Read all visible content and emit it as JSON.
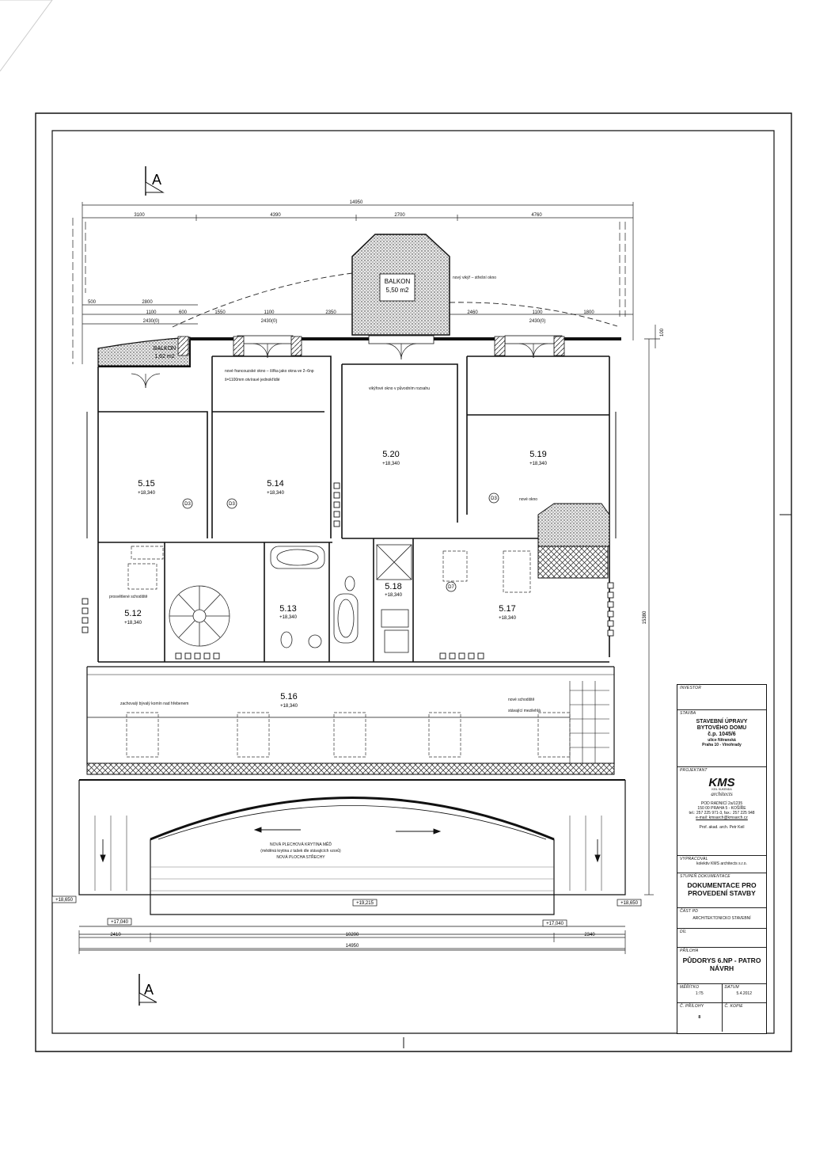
{
  "section_marks": {
    "top": "A",
    "bottom": "A"
  },
  "dimensions": {
    "overall_top": "14950",
    "top_chain": [
      "3100",
      "4390",
      "2700",
      "4760"
    ],
    "window_chain": [
      "500",
      "2800",
      "1100",
      "600",
      "1550",
      "1100",
      "2350",
      "2460",
      "1100",
      "1800"
    ],
    "window_heights": [
      "2430(0)",
      "2430(0)",
      "2430(0)"
    ],
    "bottom_chain": [
      "2410",
      "10200",
      "2340"
    ],
    "overall_bottom": "14950",
    "right_total": "15380",
    "right_top": "100"
  },
  "balconies": [
    {
      "label": "BALKON",
      "area": "5,50 m2"
    },
    {
      "label": "BALKON",
      "area": "1,62 m2"
    }
  ],
  "rooms": [
    {
      "number": "5.15",
      "level": "+18,340"
    },
    {
      "number": "5.14",
      "level": "+18,340"
    },
    {
      "number": "5.20",
      "level": "+18,340"
    },
    {
      "number": "5.19",
      "level": "+18,340"
    },
    {
      "number": "5.12",
      "level": "+18,340"
    },
    {
      "number": "5.13",
      "level": "+18,340"
    },
    {
      "number": "5.18",
      "level": "+18,340"
    },
    {
      "number": "5.17",
      "level": "+18,340"
    },
    {
      "number": "5.16",
      "level": "+18,340"
    }
  ],
  "door_tags": [
    "D3",
    "D3",
    "D3",
    "D7"
  ],
  "notes": [
    "nové francouzské okno – šířka jako okna ve 2–6np",
    "š=1100mm otvíravé jednokřídlé",
    "vikýřové okno v původním rozsahu",
    "nový vikýř – střešní okno",
    "nové schodiště",
    "stávající mezilehlá",
    "NOVÁ PLECHOVÁ KRYTINA MĚĎ",
    "(měděná krytina z tašek dle stávajících vzorů)",
    "zachovalý bývalý komín nad hřebenem",
    "NOVÁ PLOCHA STŘECHY",
    "prosvětlené schodiště",
    "nové okno"
  ],
  "levels": [
    "+18,650",
    "+18,650",
    "+19,215",
    "+17,040",
    "+17,040"
  ],
  "title_block": {
    "investor_label": "INVESTOR",
    "stavba_label": "STAVBA",
    "stavba_lines": [
      "STAVEBNÍ ÚPRAVY",
      "BYTOVÉHO DOMU",
      "č.p. 1045/6"
    ],
    "address_lines": [
      "ulice Nitranská",
      "Praha 10 - Vinohrady"
    ],
    "projektant_label": "PROJEKTANT",
    "firm_mark": "KMS",
    "firm_sub": "KEIL SUKENDA",
    "firm_script": "architects",
    "firm_address": [
      "POD RADNICÍ 2a/1235",
      "150 00 PRAHA 5 - KOŠÍŘE",
      "tel.: 257 225 971-3, fax.: 257 225 948",
      "e-mail: kmsarch@kmsarch.cz"
    ],
    "firm_person": "Prof. akad. arch. Petr Keil",
    "vypracoval_label": "VYPRACOVAL",
    "vypracoval": "kolektiv KMS architects s.r.o.",
    "stupen_label": "STUPEŇ DOKUMENTACE",
    "stupen": [
      "DOKUMENTACE PRO",
      "PROVEDENÍ STAVBY"
    ],
    "cast_label": "ČÁST PD",
    "cast": "ARCHITEKTONICKO STAVEBNÍ",
    "dil_label": "DÍL",
    "priloha_label": "PŘÍLOHA",
    "priloha": [
      "PŮDORYS 6.NP - PATRO",
      "NÁVRH"
    ],
    "meritko_label": "MĚŘÍTKO",
    "meritko": "1:75",
    "datum_label": "DATUM",
    "datum": "5.4.2012",
    "c_prilohy_label": "Č. PŘÍLOHY",
    "c_prilohy": "8",
    "c_kopie_label": "Č. KOPIE"
  }
}
